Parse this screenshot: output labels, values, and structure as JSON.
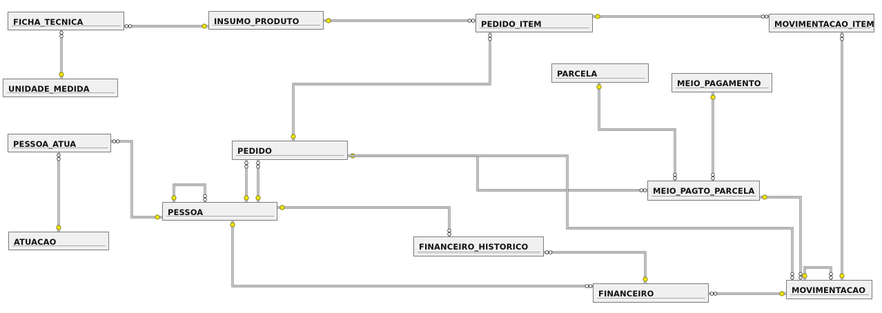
{
  "tables": {
    "ficha_tecnica": "FICHA_TECNICA",
    "insumo_produto": "INSUMO_PRODUTO",
    "pedido_item": "PEDIDO_ITEM",
    "movimentacao_item": "MOVIMENTACAO_ITEM",
    "unidade_medida": "UNIDADE_MEDIDA",
    "parcela": "PARCELA",
    "meio_pagamento": "MEIO_PAGAMENTO",
    "pessoa_atua": "PESSOA_ATUA",
    "pedido": "PEDIDO",
    "meio_pagto_parcela": "MEIO_PAGTO_PARCELA",
    "pessoa": "PESSOA",
    "financeiro_historico": "FINANCEIRO_HISTORICO",
    "atuacao": "ATUACAO",
    "financeiro": "FINANCEIRO",
    "movimentacao": "MOVIMENTACAO"
  },
  "colors": {
    "key_symbol": "#f2e600",
    "connector": "#7a7a7a",
    "table_fill": "#f0f0f0"
  }
}
